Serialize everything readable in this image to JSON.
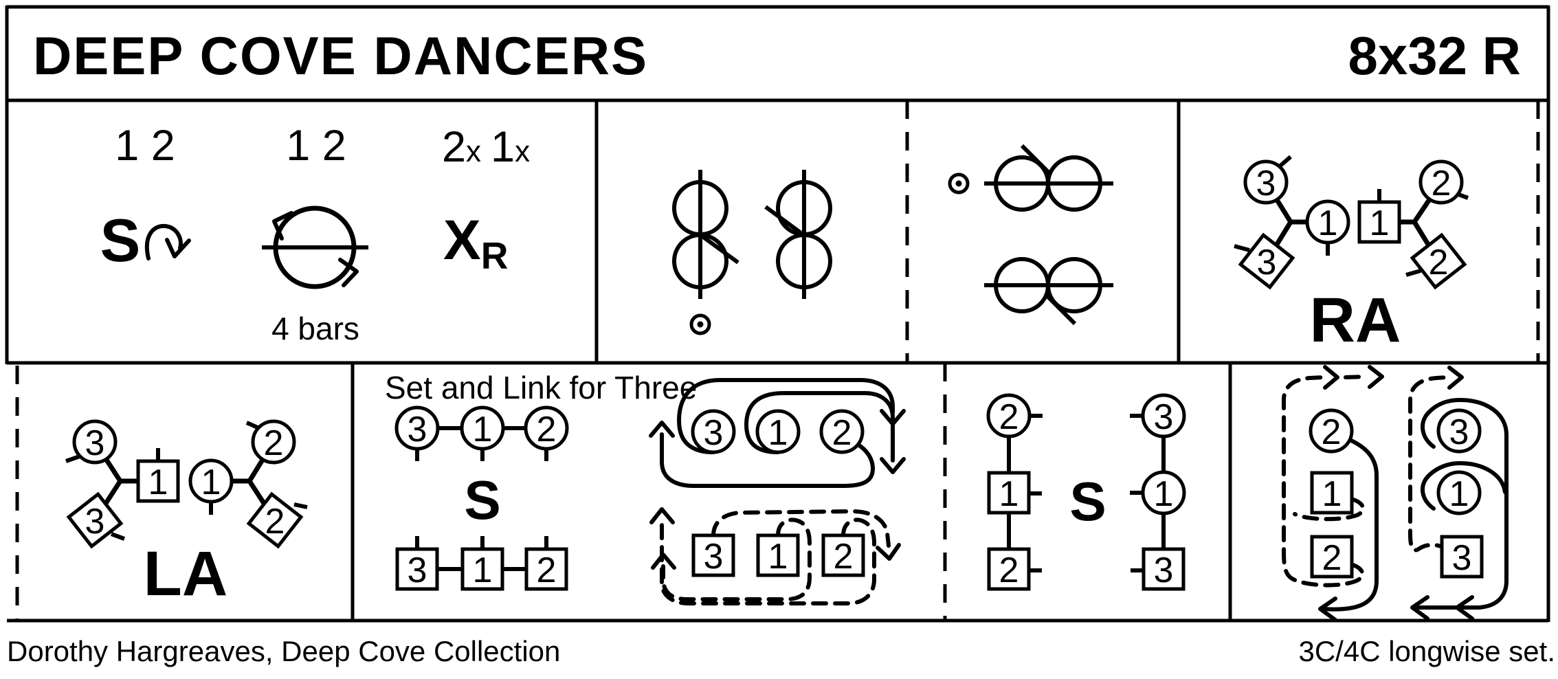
{
  "title": "DEEP COVE DANCERS",
  "repeat_code": "8x32 R",
  "bars_1_8": {
    "couples_first": "1 2",
    "couples_second": "1 2",
    "pos_a": "2",
    "pos_a_sub": "x",
    "pos_b": "1",
    "pos_b_sub": "x",
    "set_label": "S",
    "cross_label": "X",
    "cross_hand": "R",
    "duration": "4 bars"
  },
  "right_hands_across": {
    "label": "RA",
    "woman3": "3",
    "man3": "3",
    "woman1": "1",
    "man1": "1",
    "woman2": "2",
    "man2": "2"
  },
  "left_hands_across": {
    "label": "LA",
    "woman3": "3",
    "man3": "3",
    "man1": "1",
    "woman1": "1",
    "woman2": "2",
    "man2": "2"
  },
  "set_and_link": {
    "caption": "Set and Link for Three",
    "set_label": "S",
    "women_row": [
      "3",
      "1",
      "2"
    ],
    "men_row": [
      "3",
      "1",
      "2"
    ],
    "link_women": [
      "3",
      "1",
      "2"
    ],
    "link_men": [
      "3",
      "1",
      "2"
    ]
  },
  "set_facing": {
    "set_label": "S",
    "left_column": [
      "2",
      "1",
      "2"
    ],
    "right_column": [
      "3",
      "1",
      "3"
    ]
  },
  "chase": {
    "left_group": [
      "2",
      "1",
      "2"
    ],
    "right_group": [
      "3",
      "1",
      "3"
    ]
  },
  "footer": {
    "credit": "Dorothy Hargreaves, Deep Cove Collection",
    "set_type": "3C/4C longwise set."
  }
}
